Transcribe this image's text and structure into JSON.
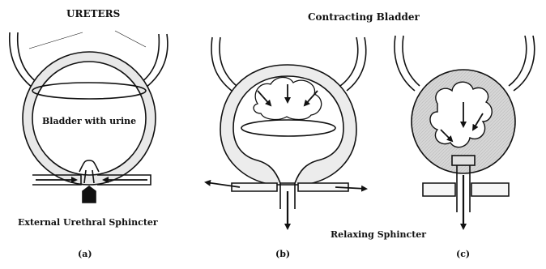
{
  "labels": {
    "ureters": "URETERS",
    "contracting_bladder": "Contracting Bladder",
    "bladder_with_urine": "Bladder with urine",
    "external_sphincter": "External Urethral Sphincter",
    "relaxing_sphincter": "Relaxing Sphincter"
  },
  "panels": [
    {
      "id": "a",
      "caption": "(a)"
    },
    {
      "id": "b",
      "caption": "(b)"
    },
    {
      "id": "c",
      "caption": "(c)"
    }
  ]
}
